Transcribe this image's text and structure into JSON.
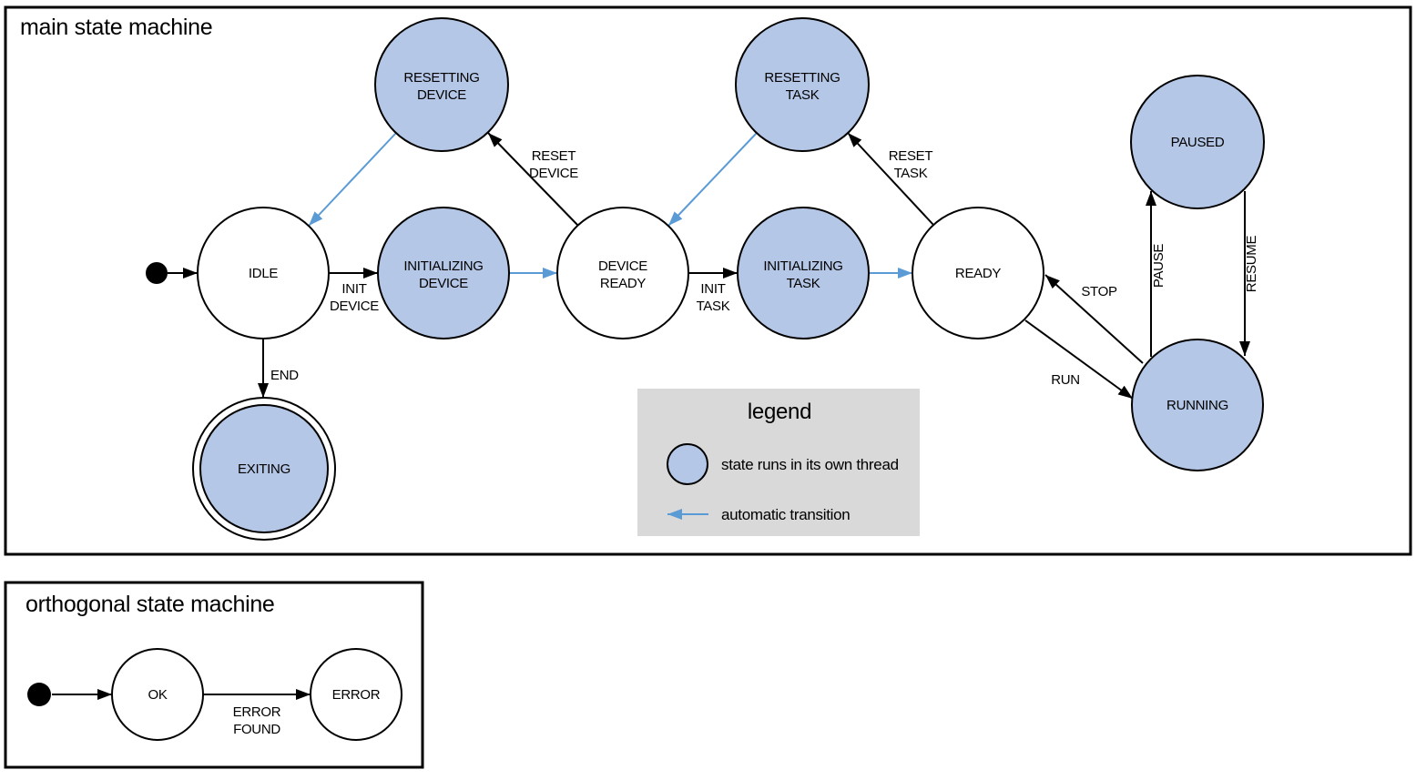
{
  "colors": {
    "thread_state_fill": "#b4c7e7",
    "automatic_transition_arrow": "#5b9bd5",
    "legend_background": "#d9d9d9",
    "line": "#000000"
  },
  "main": {
    "title": "main state machine",
    "states": {
      "idle": {
        "label": "IDLE",
        "thread": false
      },
      "resetting_device": {
        "line1": "RESETTING",
        "line2": "DEVICE",
        "thread": true
      },
      "initializing_device": {
        "line1": "INITIALIZING",
        "line2": "DEVICE",
        "thread": true
      },
      "device_ready": {
        "line1": "DEVICE",
        "line2": "READY",
        "thread": false
      },
      "resetting_task": {
        "line1": "RESETTING",
        "line2": "TASK",
        "thread": true
      },
      "initializing_task": {
        "line1": "INITIALIZING",
        "line2": "TASK",
        "thread": true
      },
      "ready": {
        "label": "READY",
        "thread": false
      },
      "paused": {
        "label": "PAUSED",
        "thread": true
      },
      "running": {
        "label": "RUNNING",
        "thread": true
      },
      "exiting": {
        "label": "EXITING",
        "thread": true,
        "final": true
      }
    },
    "transitions": {
      "init_device": {
        "from": "IDLE",
        "to": "INITIALIZING DEVICE",
        "line1": "INIT",
        "line2": "DEVICE"
      },
      "auto_device_ready": {
        "from": "INITIALIZING DEVICE",
        "to": "DEVICE READY",
        "automatic": true
      },
      "reset_device": {
        "from": "DEVICE READY",
        "to": "RESETTING DEVICE",
        "line1": "RESET",
        "line2": "DEVICE"
      },
      "auto_idle": {
        "from": "RESETTING DEVICE",
        "to": "IDLE",
        "automatic": true
      },
      "init_task": {
        "from": "DEVICE READY",
        "to": "INITIALIZING TASK",
        "line1": "INIT",
        "line2": "TASK"
      },
      "auto_ready": {
        "from": "INITIALIZING TASK",
        "to": "READY",
        "automatic": true
      },
      "reset_task": {
        "from": "READY",
        "to": "RESETTING TASK",
        "line1": "RESET",
        "line2": "TASK"
      },
      "auto_device_ready_2": {
        "from": "RESETTING TASK",
        "to": "DEVICE READY",
        "automatic": true
      },
      "run": {
        "from": "READY",
        "to": "RUNNING",
        "label": "RUN"
      },
      "stop": {
        "from": "RUNNING",
        "to": "READY",
        "label": "STOP"
      },
      "pause": {
        "from": "RUNNING",
        "to": "PAUSED",
        "label": "PAUSE"
      },
      "resume": {
        "from": "PAUSED",
        "to": "RUNNING",
        "label": "RESUME"
      },
      "end": {
        "from": "IDLE",
        "to": "EXITING",
        "label": "END"
      }
    }
  },
  "legend": {
    "title": "legend",
    "items": [
      {
        "label": "state runs in its own thread"
      },
      {
        "label": "automatic transition"
      }
    ]
  },
  "orthogonal": {
    "title": "orthogonal state machine",
    "states": {
      "ok": {
        "label": "OK"
      },
      "error": {
        "label": "ERROR"
      }
    },
    "transitions": {
      "error_found": {
        "from": "OK",
        "to": "ERROR",
        "line1": "ERROR",
        "line2": "FOUND"
      }
    }
  }
}
